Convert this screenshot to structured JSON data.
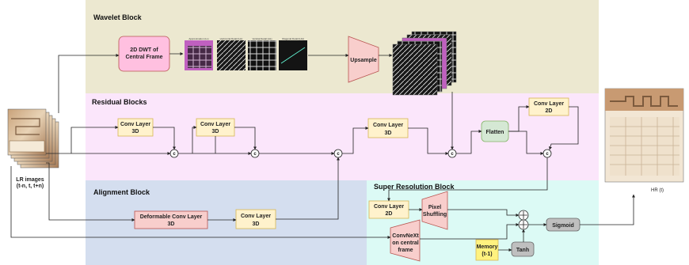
{
  "regions": {
    "wavelet": "Wavelet Block",
    "residual": "Residual Blocks",
    "alignment": "Alignment Block",
    "super_resolution": "Super Resolution Block"
  },
  "input": {
    "line1": "LR images",
    "line2": "(t-n, t, t+n)"
  },
  "output": {
    "label": "HR (t)"
  },
  "wavelet": {
    "dwt_line1": "2D DWT of",
    "dwt_line2": "Central Frame",
    "thumbs": [
      "Approximation (LL)",
      "Horizontal Detail (LH)",
      "Vertical Detail (HL)",
      "Diagonal Detail (HH)"
    ],
    "upsample": "Upsample"
  },
  "residual": {
    "conv_a_1": "Conv Layer",
    "conv_a_2": "3D",
    "conv_b_1": "Conv Layer",
    "conv_b_2": "3D",
    "conv_c_1": "Conv Layer",
    "conv_c_2": "3D",
    "flatten": "Flatten",
    "conv_d_1": "Conv Layer",
    "conv_d_2": "2D",
    "concat": "c"
  },
  "alignment": {
    "deform_1": "Deformable Conv Layer",
    "deform_2": "3D",
    "conv_1": "Conv Layer",
    "conv_2": "3D"
  },
  "sr": {
    "conv_1": "Conv Layer",
    "conv_2": "2D",
    "pixel_1": "Pixel",
    "pixel_2": "Shuffling",
    "convnext_1": "ConvNeXt",
    "convnext_2": "on central",
    "convnext_3": "frame",
    "memory_1": "Memory",
    "memory_2": "(t-1)",
    "tanh": "Tanh",
    "sigmoid": "Sigmoid",
    "plus": "+"
  },
  "colors": {
    "wavelet_bg": "#ece8d0",
    "residual_bg": "#fbe6fb",
    "alignment_bg": "#d4deef",
    "sr_bg": "#dcfaf5",
    "conv_fill": "#fff2cc",
    "conv_stroke": "#d6b656",
    "pink_fill": "#f8cecc",
    "pink_stroke": "#b85450",
    "dwt_fill": "#ffc0e0",
    "flatten_fill": "#d5e8d4",
    "sigmoid_fill": "#bfbfbf",
    "memory_fill": "#fff27f"
  }
}
